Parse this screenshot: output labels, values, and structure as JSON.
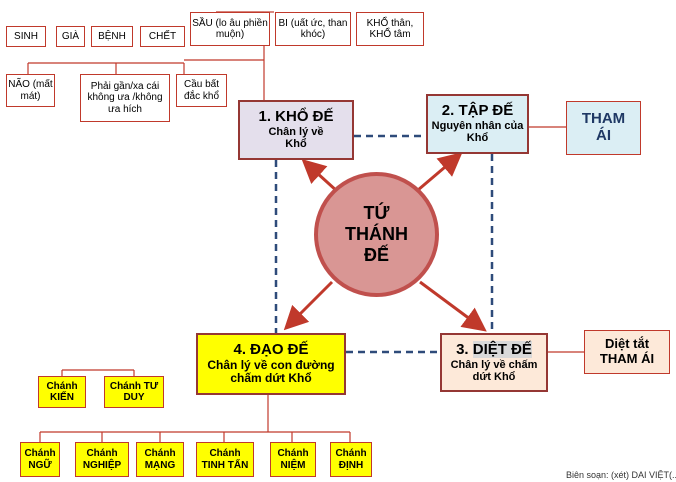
{
  "top_row": [
    "SINH",
    "GIÀ",
    "BỆNH",
    "CHẾT",
    "SẦU (lo âu phiền muộn)",
    "BI (uất ức, than khóc)",
    "KHỔ thân, KHỔ tâm"
  ],
  "second_row": [
    "NÃO (mất mát)",
    "Phải gần/xa cái không ưa /không ưa hích",
    "Cầu bất đắc khổ"
  ],
  "center": [
    "TỨ",
    "THÁNH",
    "ĐẾ"
  ],
  "truths": {
    "kho": {
      "title": "1.   KHỔ ĐẾ",
      "sub": "Chân lý về Khổ"
    },
    "tap": {
      "title": "2. TẬP ĐẾ",
      "sub": "Nguyên nhân của Khổ"
    },
    "diet": {
      "title_num": "3. ",
      "title_word": "DIỆT ĐẾ",
      "sub": "Chân lý về chấm dứt Khổ"
    },
    "dao": {
      "title": "4. ĐẠO ĐẾ",
      "sub": "Chân lý  về con đường chấm dứt Khổ"
    }
  },
  "tham_ai": "THAM ÁI",
  "diet_tat": {
    "line1": "Diệt  tắt",
    "line2": "THAM ÁI"
  },
  "path_upper": [
    "Chánh KIẾN",
    "Chánh TƯ DUY"
  ],
  "path_lower": [
    "Chánh NGỮ",
    "Chánh NGHIỆP",
    "Chánh MẠNG",
    "Chánh TINH TẤN",
    "Chánh NIỆM",
    "Chánh ĐỊNH"
  ],
  "footer": "Biên soạn: (xét) DAI VIỆT(...)",
  "colors": {
    "border_red": "#c0392b",
    "dashed_blue": "#2e4b7a",
    "arrow_red": "#c0392b",
    "circle_fill": "#d99694",
    "yellow": "#ffff00"
  }
}
